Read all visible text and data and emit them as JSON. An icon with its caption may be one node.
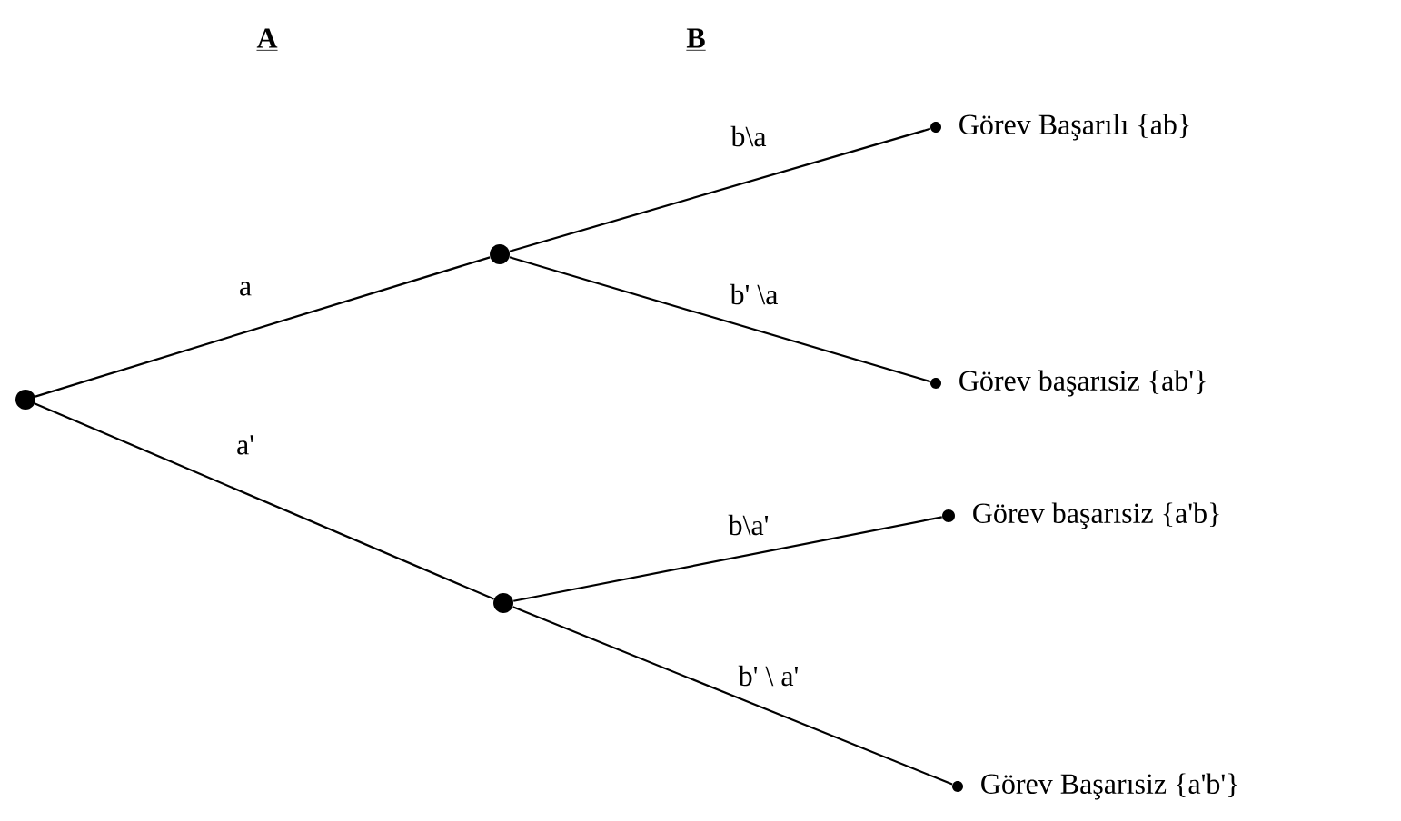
{
  "diagram": {
    "nodes": [
      {
        "text": [],
        "shape": "circle"
      },
      {
        "text": [],
        "shape": "circle"
      },
      {
        "text": [],
        "shape": "circle"
      },
      {
        "text": [],
        "shape": "circle",
        "beside": [
          "Görev Başarılı {ab}"
        ]
      },
      {
        "text": [],
        "shape": "circle",
        "beside": [
          "Görev başarısiz {ab'}"
        ]
      },
      {
        "text": [],
        "shape": "circle",
        "beside": [
          "Görev başarısiz {a'b}"
        ]
      },
      {
        "text": [],
        "shape": "circle",
        "beside": [
          "Görev Başarısiz {a'b'}"
        ]
      }
    ],
    "edges": [
      {
        "from": 0,
        "to": 1,
        "arrow": "none",
        "label": "a"
      },
      {
        "from": 0,
        "to": 2,
        "arrow": "none",
        "label": "a'"
      },
      {
        "from": 1,
        "to": 3,
        "arrow": "none",
        "label": "b\\a"
      },
      {
        "from": 1,
        "to": 4,
        "arrow": "none",
        "label": "b' \\a"
      },
      {
        "from": 2,
        "to": 5,
        "arrow": "none",
        "label": "b\\a'"
      },
      {
        "from": 2,
        "to": 6,
        "arrow": "none",
        "label": "b' \\ a'"
      }
    ],
    "labels": [
      "A",
      "B"
    ]
  }
}
